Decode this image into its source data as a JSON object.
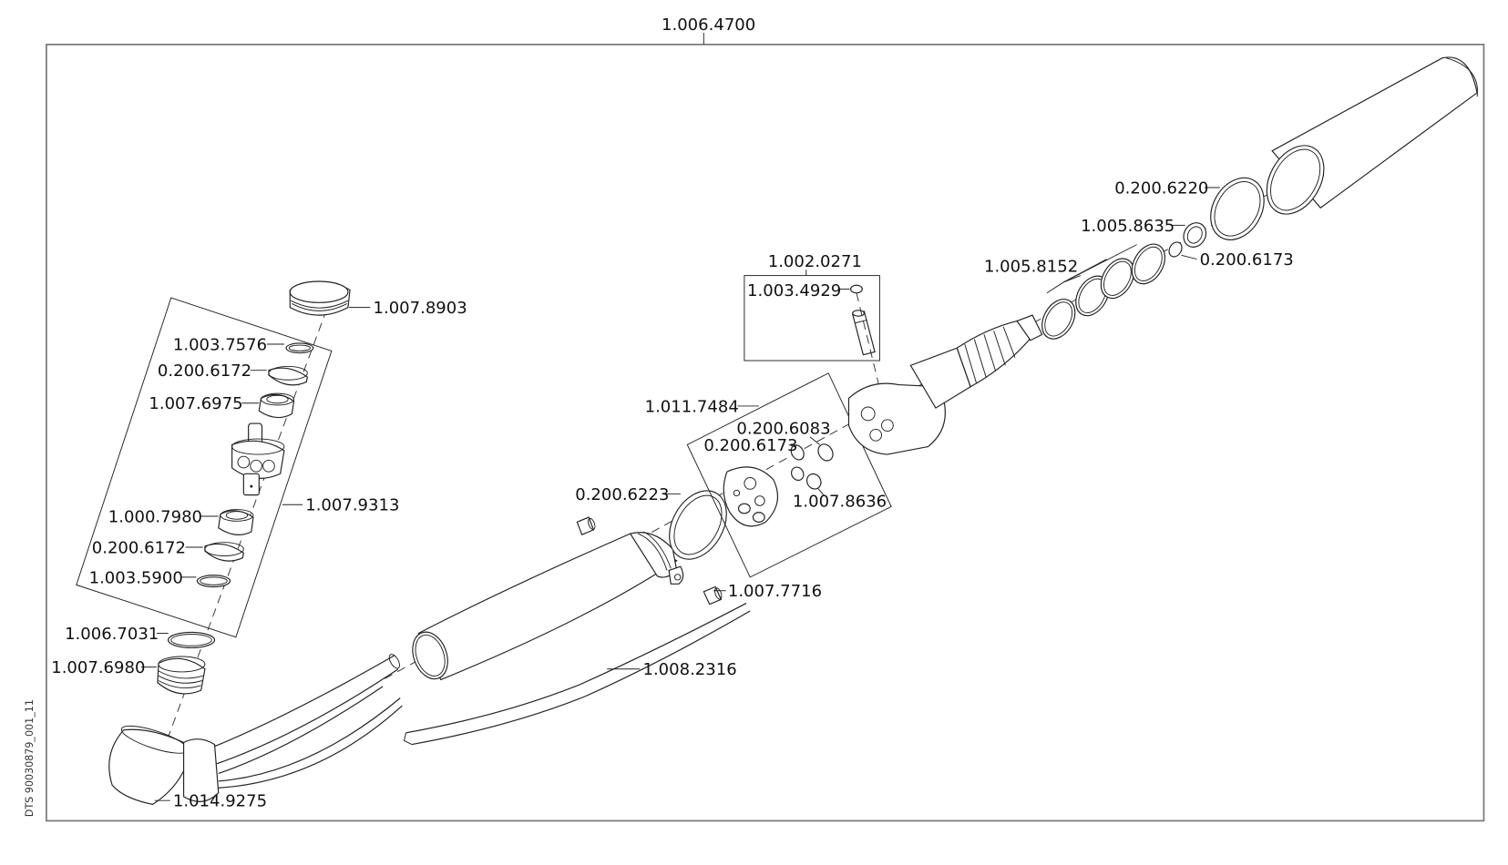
{
  "drawing": {
    "assembly_number": "1.006.4700",
    "document_id": "DTS 90030879_001_11"
  },
  "groups": {
    "rotor_kit": "1.007.9313",
    "filter_kit": "1.002.0271",
    "valve_kit": "1.011.7484"
  },
  "parts": {
    "cap": "1.007.8903",
    "rotor_oring_top": "1.003.7576",
    "rotor_spring_top": "0.200.6172",
    "bearing_top": "1.007.6975",
    "bearing_bottom": "1.000.7980",
    "rotor_spring_bottom": "0.200.6172",
    "rotor_oring_bottom": "1.003.5900",
    "head_oring": "1.006.7031",
    "head_nut": "1.007.6980",
    "head_housing": "1.014.9275",
    "filter_oring": "1.003.4929",
    "valve_oring_a": "0.200.6083",
    "valve_oring_b": "0.200.6173",
    "valve_bushings": "1.007.8636",
    "sleeve_oring": "0.200.6223",
    "pin": "1.007.7716",
    "light_rod": "1.008.2316",
    "coupling_orings": "1.005.8152",
    "coupling_ring": "1.005.8635",
    "coupling_oring_small": "0.200.6173",
    "sleeve_end_oring": "0.200.6220"
  }
}
